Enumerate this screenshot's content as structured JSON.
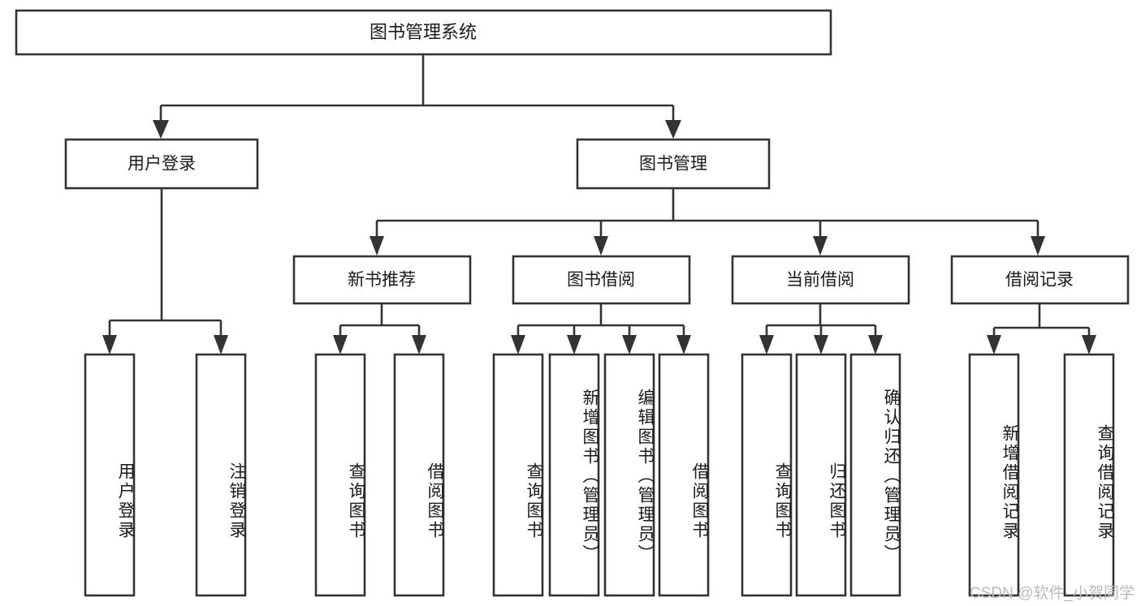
{
  "diagram": {
    "title": "图书管理系统",
    "type": "tree-hierarchy-chart",
    "root": {
      "label": "图书管理系统"
    },
    "level1": [
      {
        "label": "用户登录"
      },
      {
        "label": "图书管理"
      }
    ],
    "level2": [
      {
        "label": "新书推荐"
      },
      {
        "label": "图书借阅"
      },
      {
        "label": "当前借阅"
      },
      {
        "label": "借阅记录"
      }
    ],
    "leaves": {
      "user_login": [
        {
          "label": "用户登录"
        },
        {
          "label": "注销登录"
        }
      ],
      "new_book_recommend": [
        {
          "label": "查询图书"
        },
        {
          "label": "借阅图书"
        }
      ],
      "book_borrow": [
        {
          "label": "查询图书"
        },
        {
          "label": "新增图书（管理员）"
        },
        {
          "label": "编辑图书（管理员）"
        },
        {
          "label": "借阅图书"
        }
      ],
      "current_borrow": [
        {
          "label": "查询图书"
        },
        {
          "label": "归还图书"
        },
        {
          "label": "确认归还（管理员）"
        }
      ],
      "borrow_record": [
        {
          "label": "新增借阅记录"
        },
        {
          "label": "查询借阅记录"
        }
      ]
    }
  },
  "watermark": {
    "text": "CSDN @软件_小贺同学"
  },
  "colors": {
    "stroke": "#333333",
    "box_fill": "#ffffff",
    "text": "#1a1a1a",
    "watermark": "#b9b9b9",
    "background": "#ffffff"
  }
}
